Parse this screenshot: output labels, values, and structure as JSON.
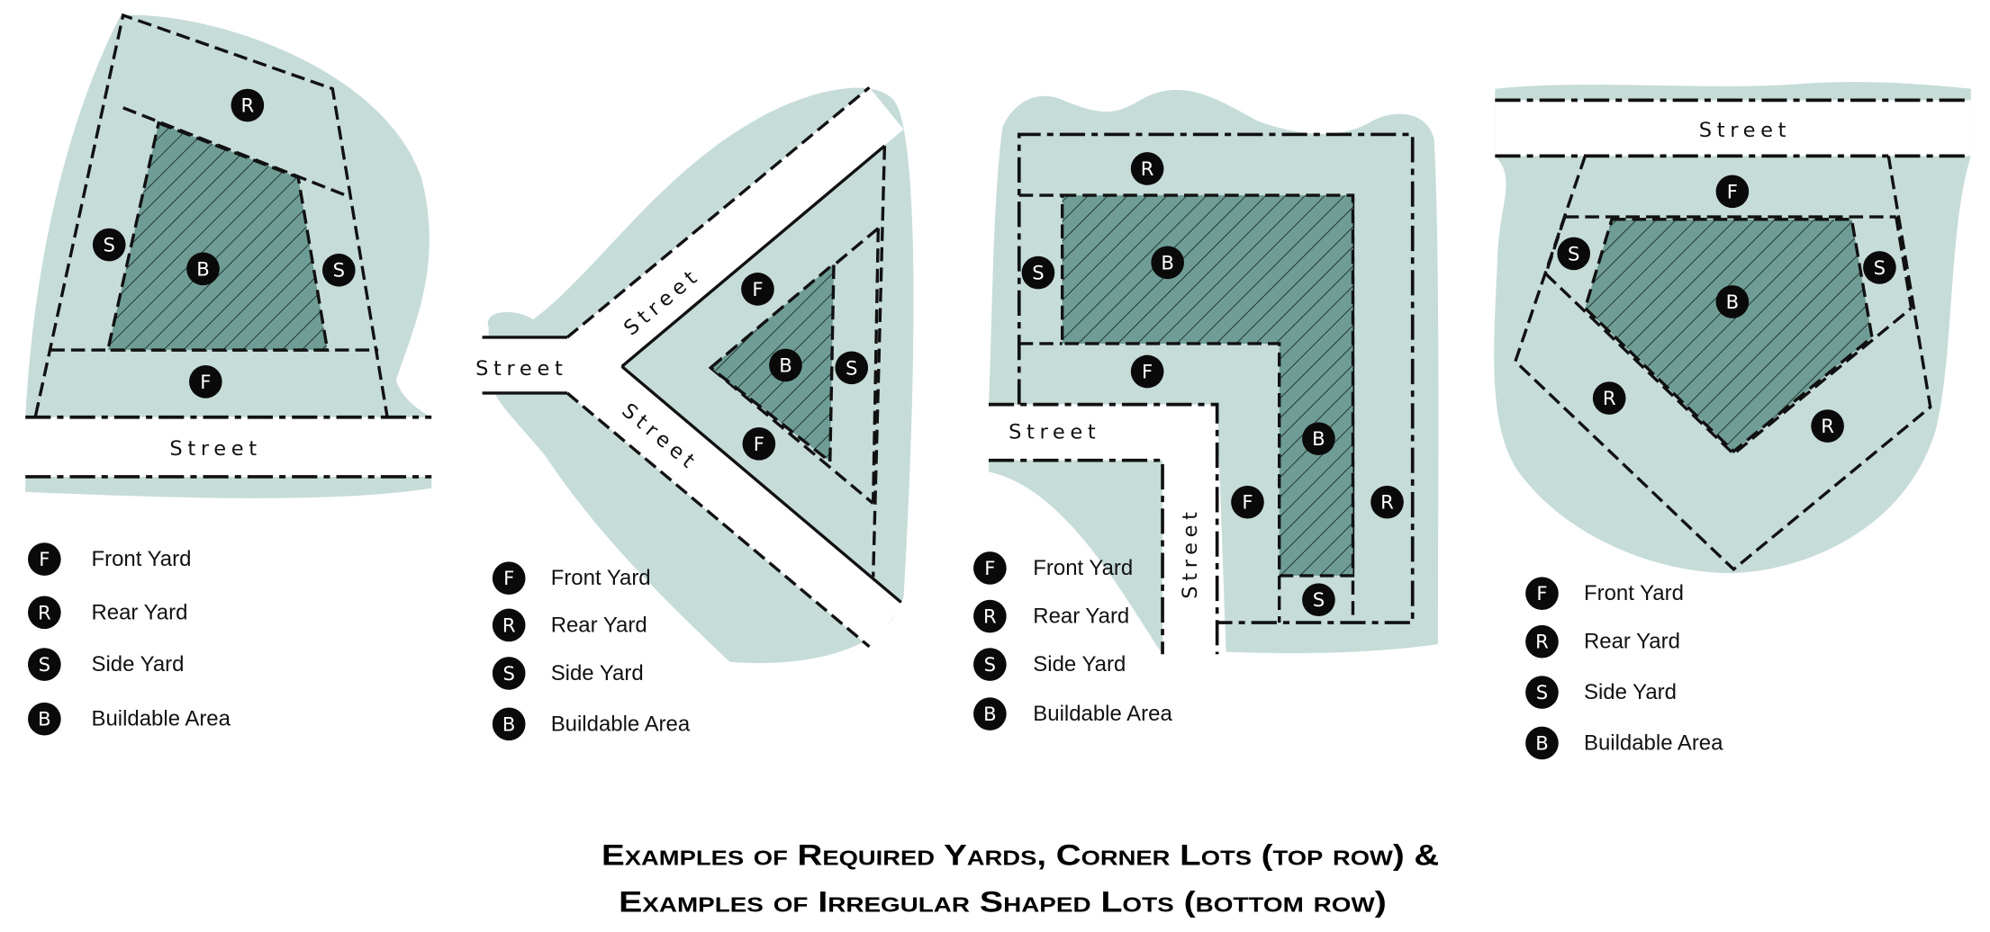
{
  "legend": [
    {
      "letter": "F",
      "label": "Front Yard"
    },
    {
      "letter": "R",
      "label": "Rear Yard"
    },
    {
      "letter": "S",
      "label": "Side Yard"
    },
    {
      "letter": "B",
      "label": "Buildable Area"
    }
  ],
  "street_label": "Street",
  "caption": {
    "line1": "Examples of Required Yards, Corner Lots (top row) &",
    "line2": "Examples of Irregular Shaped Lots (bottom row)"
  },
  "colors": {
    "yard_fill": "#c6dcd9",
    "buildable_fill": "#6f9d96",
    "line": "#111111"
  }
}
